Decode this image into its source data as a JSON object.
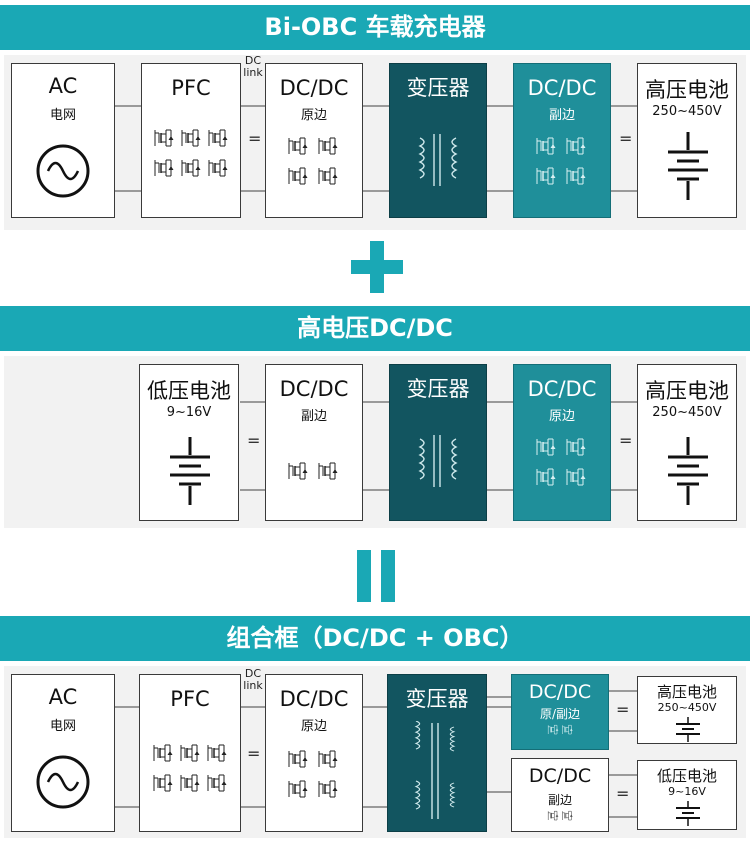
{
  "section1": {
    "title": "Bi-OBC 车载充电器",
    "ac_label": "AC",
    "ac_sub": "电网",
    "pfc_label": "PFC",
    "dc_link_top": "DC",
    "dc_link_bottom": "link",
    "dcdc1_label": "DC/DC",
    "dcdc1_sub": "原边",
    "transformer_label": "变压器",
    "dcdc2_label": "DC/DC",
    "dcdc2_sub": "副边",
    "hv_label": "高压电池",
    "hv_sub": "250~450V",
    "eq1": "=",
    "eq2": "=",
    "eq3": "="
  },
  "section2": {
    "title": "高电压DC/DC",
    "lv_label": "低压电池",
    "lv_sub": "9~16V",
    "dcdc1_label": "DC/DC",
    "dcdc1_sub": "副边",
    "transformer_label": "变压器",
    "dcdc2_label": "DC/DC",
    "dcdc2_sub": "原边",
    "hv_label": "高压电池",
    "hv_sub": "250~450V",
    "eq1": "=",
    "eq2": "="
  },
  "section3": {
    "title": "组合框（DC/DC + OBC）",
    "ac_label": "AC",
    "ac_sub": "电网",
    "pfc_label": "PFC",
    "dc_link_top": "DC",
    "dc_link_bottom": "link",
    "dcdc1_label": "DC/DC",
    "dcdc1_sub": "原边",
    "transformer_label": "变压器",
    "dcdc2_label": "DC/DC",
    "dcdc2_sub": "原/副边",
    "dcdc3_label": "DC/DC",
    "dcdc3_sub": "副边",
    "hv_label": "高压电池",
    "hv_sub": "250~450V",
    "lv_label": "低压电池",
    "lv_sub": "9~16V",
    "eq1": "=",
    "eq2": "=",
    "eq3": "="
  },
  "icons": [
    "ac-source-icon",
    "mosfet-bridge-icon",
    "transformer-coil-icon",
    "battery-icon",
    "plus-icon",
    "equals-icon"
  ],
  "colors": {
    "banner": "#1aa8b5",
    "transformer": "#125560",
    "secondary": "#1f8f9a",
    "panel": "#f2f2f2"
  }
}
